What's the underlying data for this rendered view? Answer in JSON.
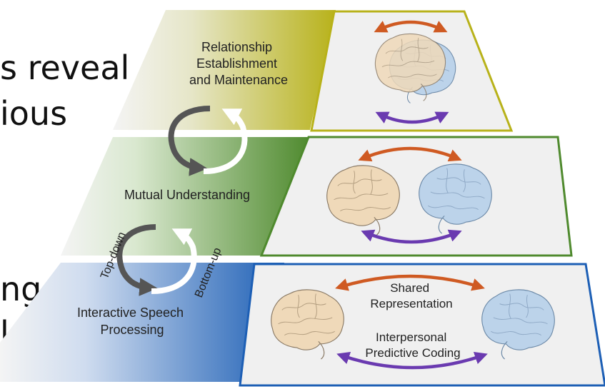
{
  "background_text": {
    "line1": "s reveal",
    "line2": "ious",
    "line3": "ng",
    "line4": "l"
  },
  "levels": {
    "top": {
      "label_lines": [
        "Relationship",
        "Establishment",
        "and Maintenance"
      ]
    },
    "middle": {
      "label_lines": [
        "Mutual Understanding"
      ]
    },
    "bottom": {
      "label_lines": [
        "Interactive Speech",
        "Processing"
      ],
      "shared_lines": [
        "Shared",
        "Representation"
      ],
      "coding_lines": [
        "Interpersonal",
        "Predictive Coding"
      ]
    }
  },
  "cycle": {
    "top_down": "Top-down",
    "bottom_up": "Bottom-up"
  },
  "colors": {
    "top_accent": "#b8b21a",
    "middle_accent": "#4f8a2e",
    "bottom_accent": "#1d5fb5",
    "orange_arrow": "#cf5a22",
    "purple_arrow": "#6a3ab0",
    "brain_tan": "#efd9b9",
    "brain_blue": "#bcd3ea",
    "cycle_dark": "#555555",
    "cycle_light": "#ffffff"
  }
}
